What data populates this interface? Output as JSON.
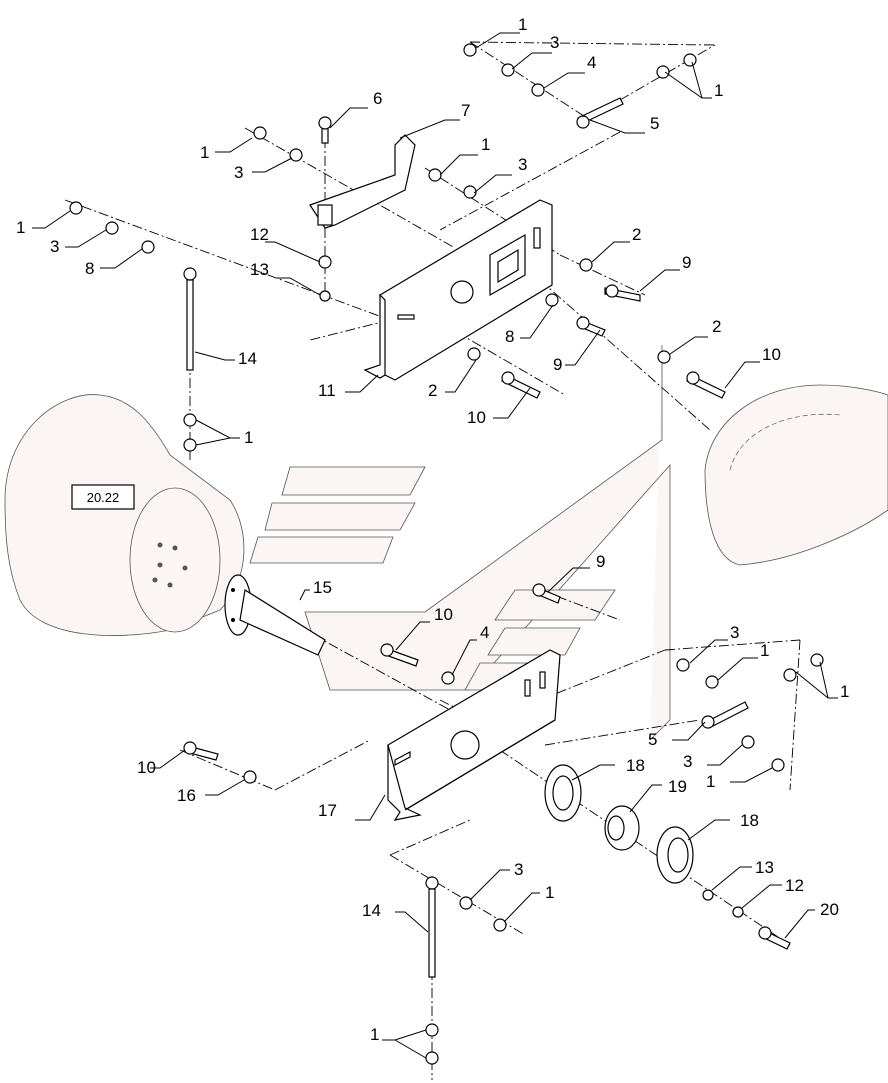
{
  "reference_box": "20.22",
  "callouts": [
    "1",
    "2",
    "3",
    "4",
    "5",
    "6",
    "7",
    "8",
    "9",
    "10",
    "11",
    "12",
    "13",
    "14",
    "15",
    "16",
    "17",
    "18",
    "19",
    "20"
  ]
}
